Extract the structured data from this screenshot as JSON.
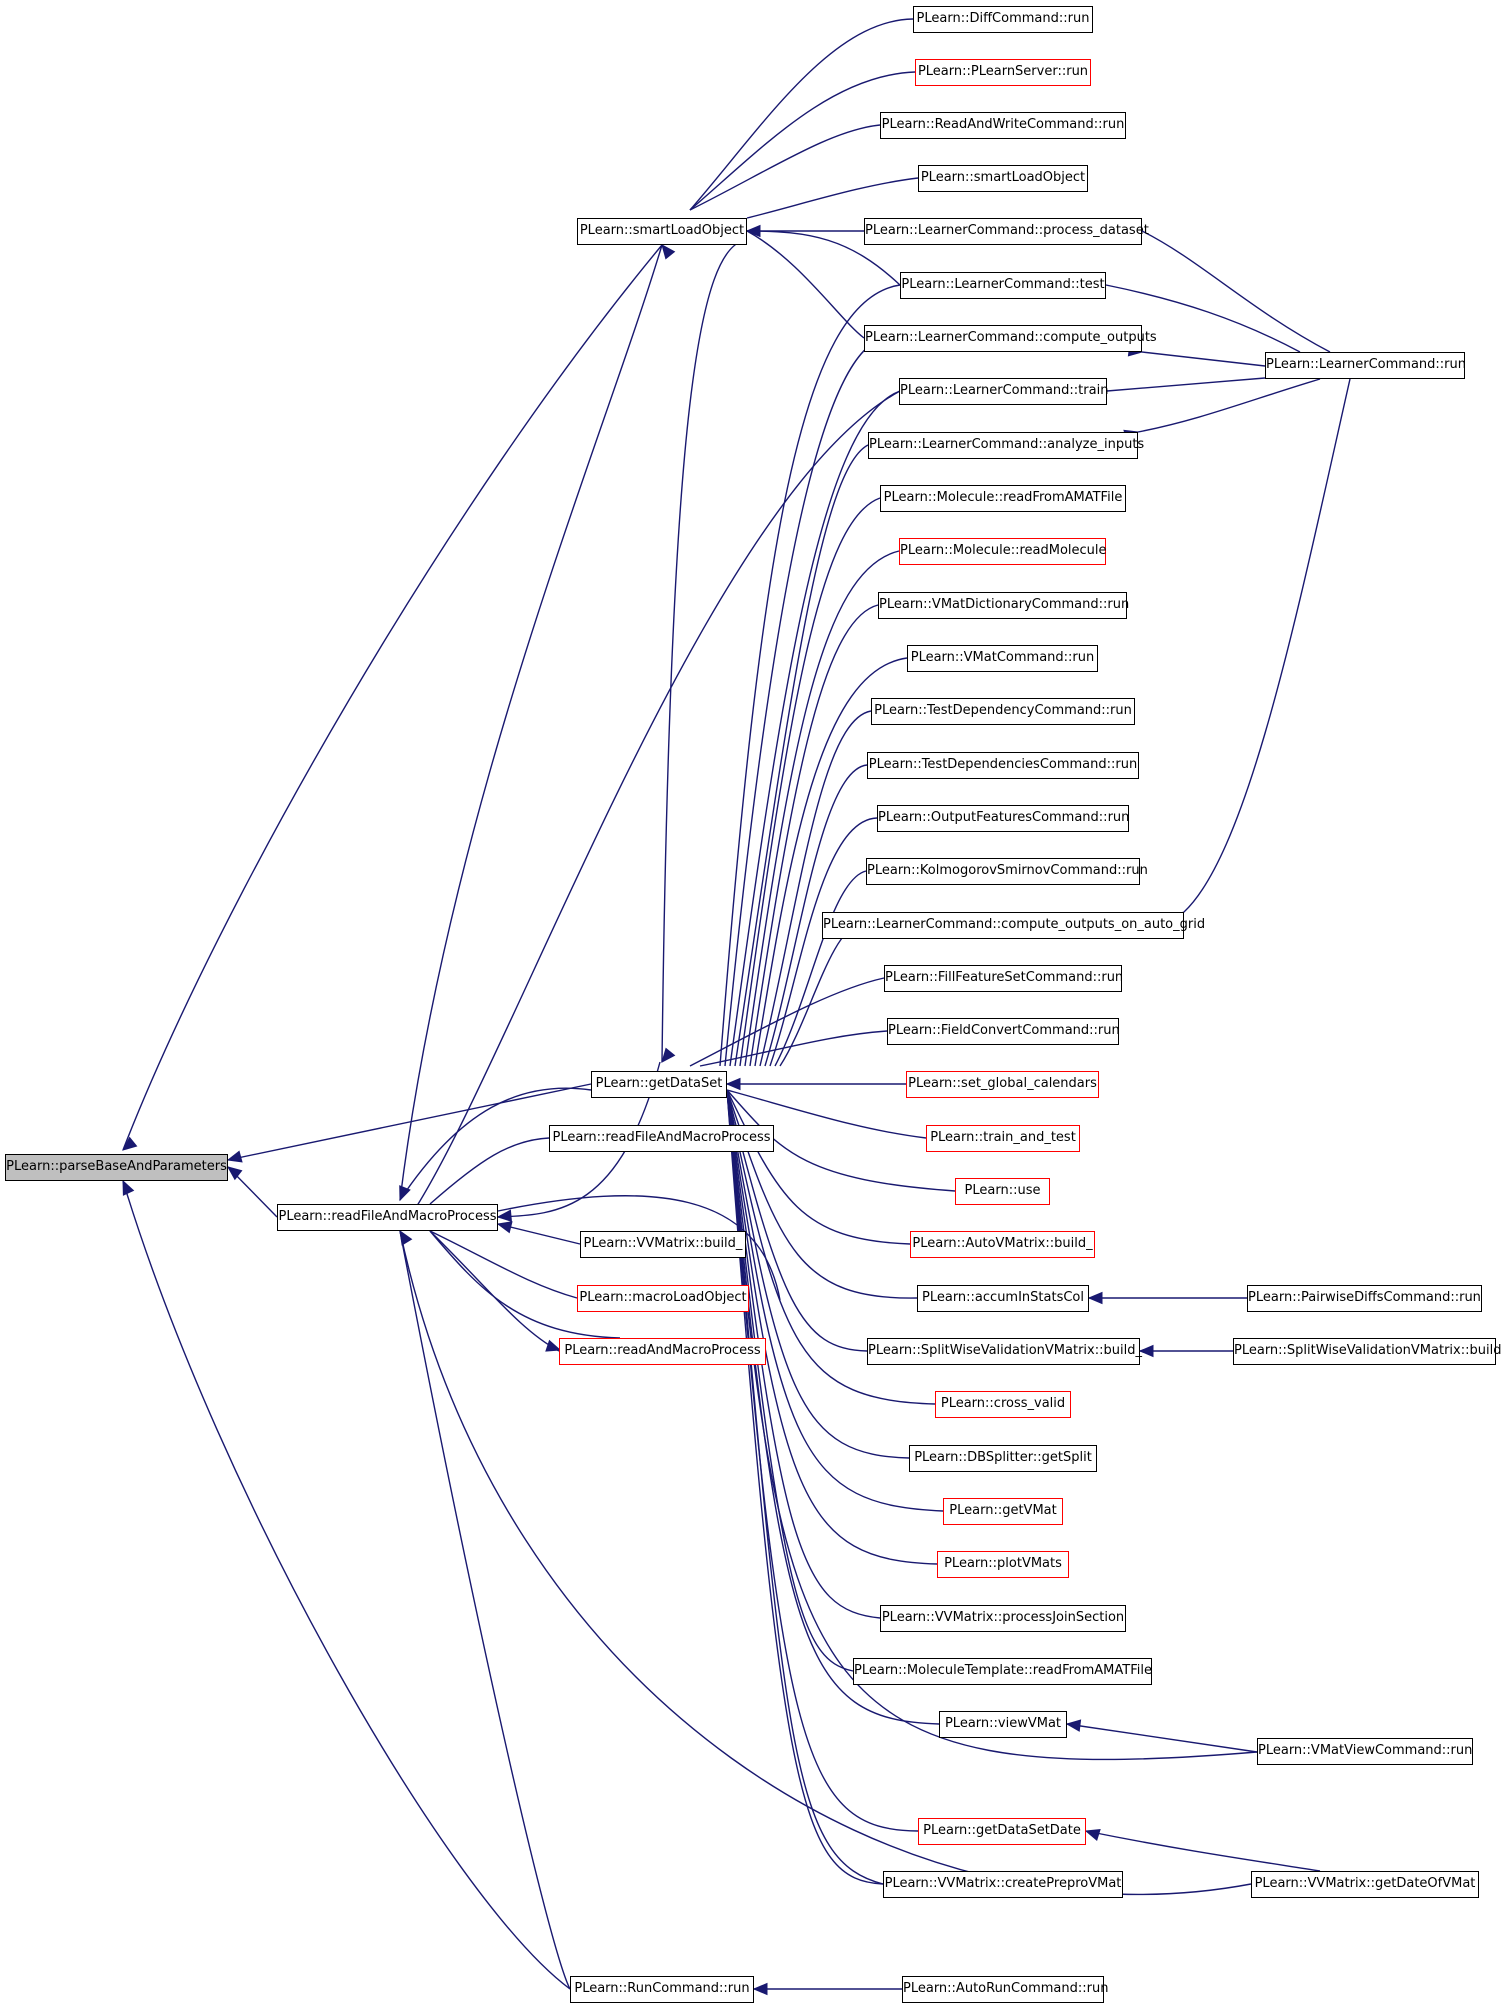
{
  "colors": {
    "edge": "#191970",
    "node_border": "#000000",
    "node_border_link": "#ff0000",
    "root_fill": "#bfbfbf"
  },
  "nodes": {
    "parse": {
      "label": "PLearn::parseBaseAndParameters",
      "style": "root"
    },
    "smart": {
      "label": "PLearn::smartLoadObject",
      "style": "black"
    },
    "getds": {
      "label": "PLearn::getDataSet",
      "style": "black"
    },
    "rfamp": {
      "label": "PLearn::readFileAndMacroProcess",
      "style": "black"
    },
    "runcmd": {
      "label": "PLearn::RunCommand::run",
      "style": "black"
    },
    "diff": {
      "label": "PLearn::DiffCommand::run",
      "style": "black"
    },
    "server": {
      "label": "PLearn::PLearnServer::run",
      "style": "red"
    },
    "readwrite": {
      "label": "PLearn::ReadAndWriteCommand::run",
      "style": "black"
    },
    "smart2": {
      "label": "PLearn::smartLoadObject",
      "style": "black"
    },
    "procds": {
      "label": "PLearn::LearnerCommand::process_dataset",
      "style": "black"
    },
    "ltest": {
      "label": "PLearn::LearnerCommand::test",
      "style": "black"
    },
    "compout": {
      "label": "PLearn::LearnerCommand::compute_outputs",
      "style": "black"
    },
    "ltrain": {
      "label": "PLearn::LearnerCommand::train",
      "style": "black"
    },
    "analyze": {
      "label": "PLearn::LearnerCommand::analyze_inputs",
      "style": "black"
    },
    "molamat": {
      "label": "PLearn::Molecule::readFromAMATFile",
      "style": "black"
    },
    "molread": {
      "label": "PLearn::Molecule::readMolecule",
      "style": "red"
    },
    "vmdict": {
      "label": "PLearn::VMatDictionaryCommand::run",
      "style": "black"
    },
    "vmatcmd": {
      "label": "PLearn::VMatCommand::run",
      "style": "black"
    },
    "testdep": {
      "label": "PLearn::TestDependencyCommand::run",
      "style": "black"
    },
    "testdeps": {
      "label": "PLearn::TestDependenciesCommand::run",
      "style": "black"
    },
    "outfeat": {
      "label": "PLearn::OutputFeaturesCommand::run",
      "style": "black"
    },
    "kolmo": {
      "label": "PLearn::KolmogorovSmirnovCommand::run",
      "style": "black"
    },
    "compgrid": {
      "label": "PLearn::LearnerCommand::compute_outputs_on_auto_grid",
      "style": "black"
    },
    "fillfeat": {
      "label": "PLearn::FillFeatureSetCommand::run",
      "style": "black"
    },
    "fieldconv": {
      "label": "PLearn::FieldConvertCommand::run",
      "style": "black"
    },
    "setcal": {
      "label": "PLearn::set_global_calendars",
      "style": "red"
    },
    "traintest": {
      "label": "PLearn::train_and_test",
      "style": "red"
    },
    "use": {
      "label": "PLearn::use",
      "style": "red"
    },
    "autovm": {
      "label": "PLearn::AutoVMatrix::build_",
      "style": "red"
    },
    "accum": {
      "label": "PLearn::accumInStatsCol",
      "style": "black"
    },
    "splitbuild_": {
      "label": "PLearn::SplitWiseValidationVMatrix::build_",
      "style": "black"
    },
    "crossv": {
      "label": "PLearn::cross_valid",
      "style": "red"
    },
    "dbsplit": {
      "label": "PLearn::DBSplitter::getSplit",
      "style": "black"
    },
    "getvmat": {
      "label": "PLearn::getVMat",
      "style": "red"
    },
    "plotvm": {
      "label": "PLearn::plotVMats",
      "style": "red"
    },
    "vvjoin": {
      "label": "PLearn::VVMatrix::processJoinSection",
      "style": "black"
    },
    "moltmpl": {
      "label": "PLearn::MoleculeTemplate::readFromAMATFile",
      "style": "black"
    },
    "viewvmat": {
      "label": "PLearn::viewVMat",
      "style": "black"
    },
    "getdsdate": {
      "label": "PLearn::getDataSetDate",
      "style": "red"
    },
    "createpre": {
      "label": "PLearn::VVMatrix::createPreproVMat",
      "style": "black"
    },
    "rfamp2": {
      "label": "PLearn::readFileAndMacroProcess",
      "style": "black"
    },
    "vvbuild": {
      "label": "PLearn::VVMatrix::build_",
      "style": "black"
    },
    "macroload": {
      "label": "PLearn::macroLoadObject",
      "style": "red"
    },
    "readmacro": {
      "label": "PLearn::readAndMacroProcess",
      "style": "red"
    },
    "autorun": {
      "label": "PLearn::AutoRunCommand::run",
      "style": "black"
    },
    "lcrun": {
      "label": "PLearn::LearnerCommand::run",
      "style": "black"
    },
    "pairwise": {
      "label": "PLearn::PairwiseDiffsCommand::run",
      "style": "black"
    },
    "splitbuild": {
      "label": "PLearn::SplitWiseValidationVMatrix::build",
      "style": "black"
    },
    "vmatview": {
      "label": "PLearn::VMatViewCommand::run",
      "style": "black"
    },
    "getdate": {
      "label": "PLearn::VVMatrix::getDateOfVMat",
      "style": "black"
    }
  }
}
